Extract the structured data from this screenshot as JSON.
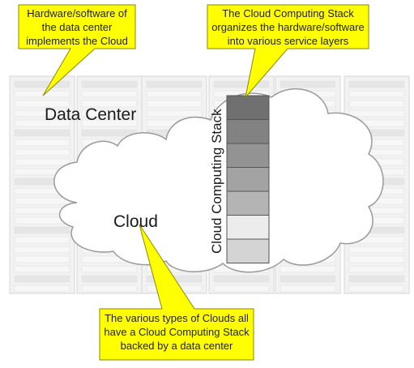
{
  "callouts": {
    "top_left": [
      "Hardware/software of",
      "the data center",
      "implements the Cloud"
    ],
    "top_right": [
      "The Cloud Computing Stack",
      "organizes the hardware/software",
      "into various service layers"
    ],
    "bottom": [
      "The various types of Clouds all",
      "have a Cloud Computing Stack",
      "backed by a data center"
    ]
  },
  "labels": {
    "data_center": "Data Center",
    "cloud": "Cloud",
    "stack": "Cloud Computing Stack"
  },
  "stack_layer_colors": [
    "#707070",
    "#828282",
    "#939393",
    "#a3a3a3",
    "#b4b4b4",
    "#ececec",
    "#d4d4d4"
  ],
  "colors": {
    "callout_fill": "#ffff00",
    "callout_stroke": "#8a8a00",
    "rack_panel": "#f2f2f2",
    "rack_stroke": "#d6d6d6",
    "cloud_fill": "#ffffff",
    "cloud_stroke": "#9a9a9a"
  }
}
